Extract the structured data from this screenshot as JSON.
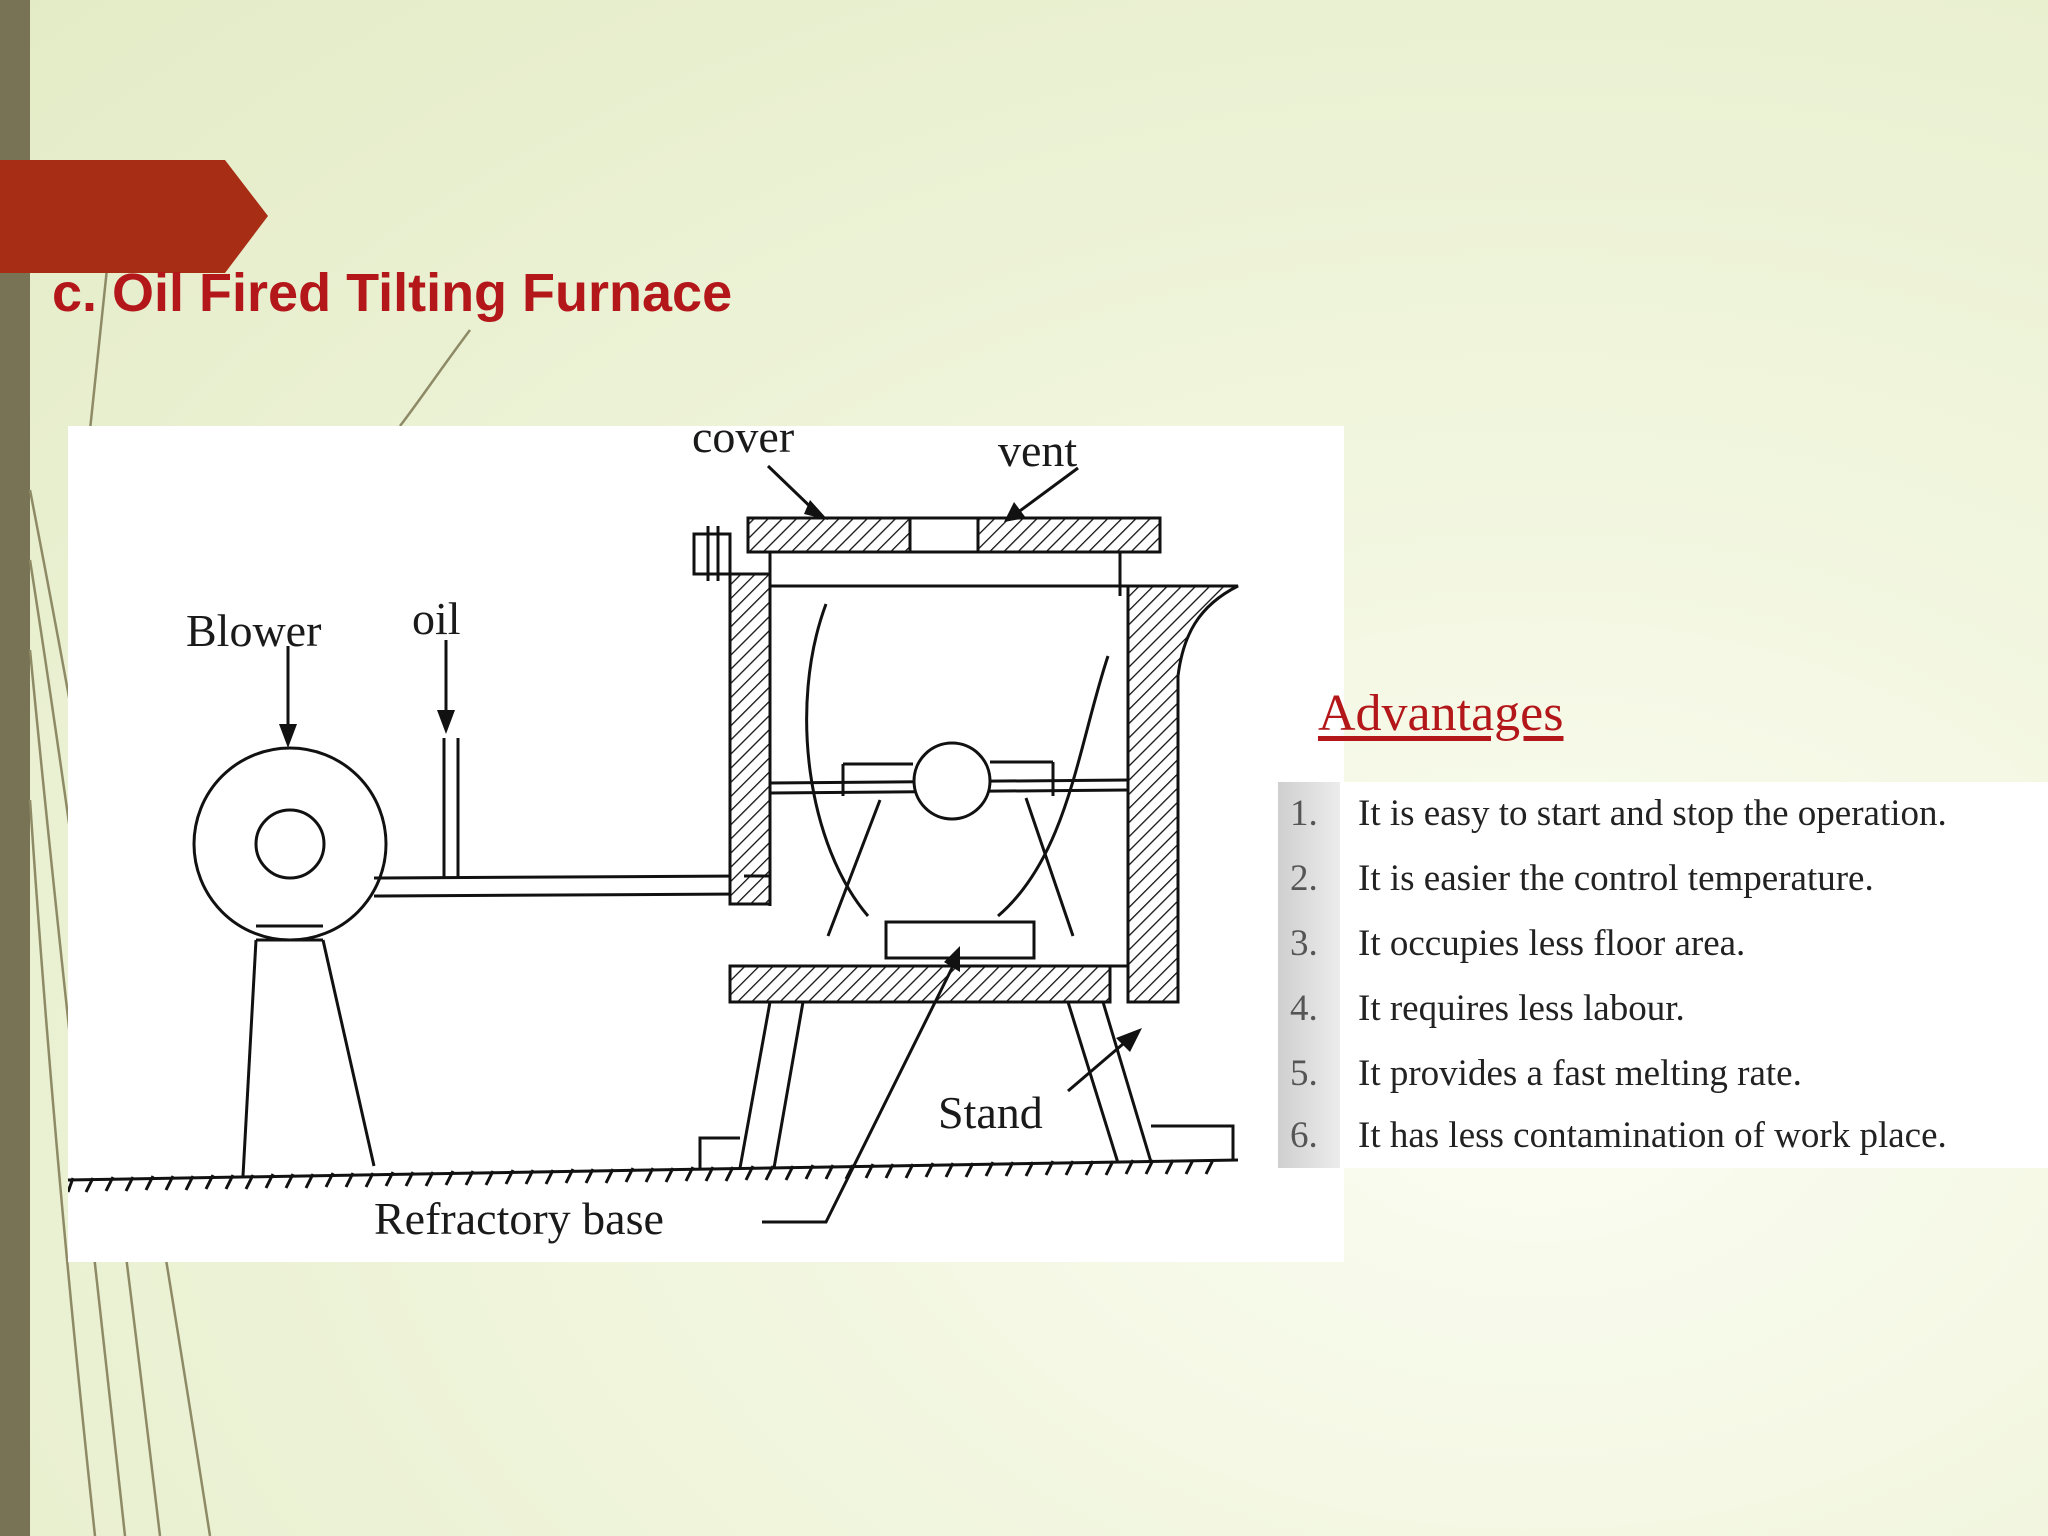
{
  "slide": {
    "title": "c. Oil Fired Tilting Furnace",
    "accent_color": "#b3171a",
    "arrow_color": "#a72d14"
  },
  "diagram": {
    "labels": {
      "cover": "cover",
      "vent": "vent",
      "blower": "Blower",
      "oil": "oil",
      "stand": "Stand",
      "refractory_base": "Refractory base"
    }
  },
  "advantages": {
    "heading": "Advantages",
    "items": [
      {
        "num": "1.",
        "text": "It is easy to start and stop the operation."
      },
      {
        "num": "2.",
        "text": "It is easier the control temperature."
      },
      {
        "num": "3.",
        "text": "It occupies less floor area."
      },
      {
        "num": "4.",
        "text": "It requires less labour."
      },
      {
        "num": "5.",
        "text": "It provides a fast melting rate."
      },
      {
        "num": "6.",
        "text": "It has less contamination of work place."
      }
    ]
  }
}
